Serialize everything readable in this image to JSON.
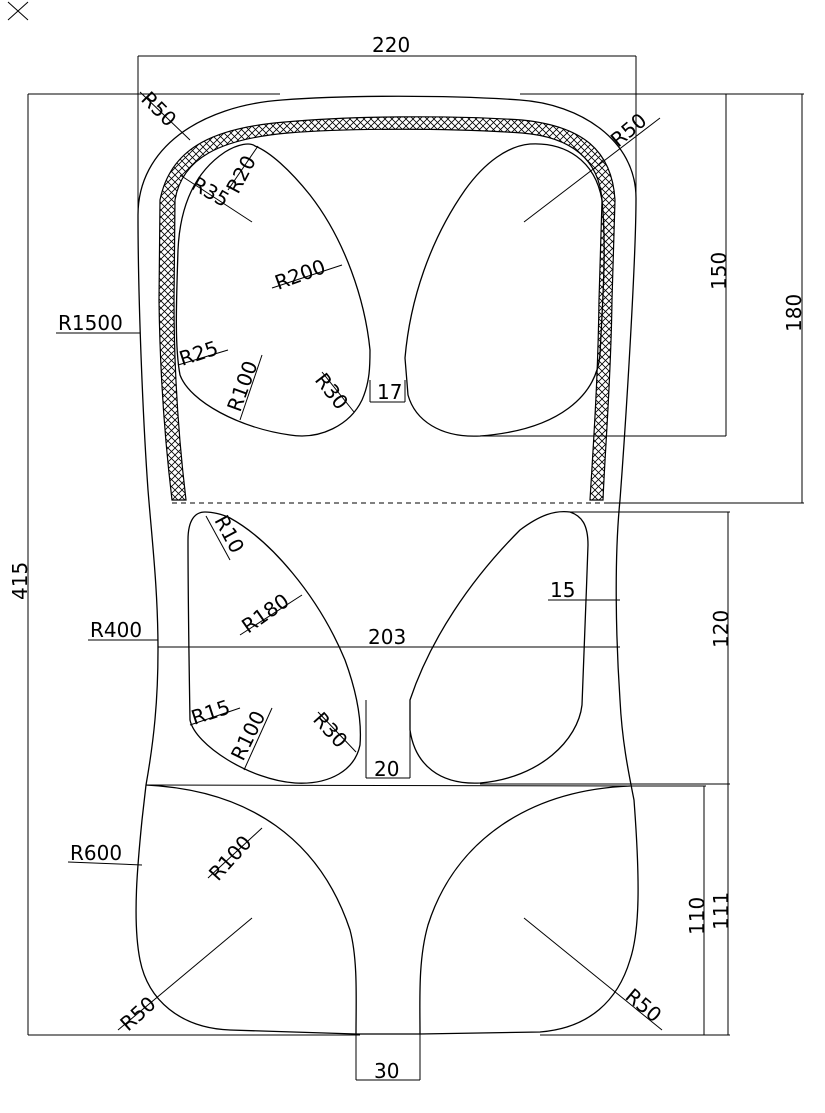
{
  "drawing": {
    "dimensions": {
      "top_width": "220",
      "overall_height": "415",
      "upper_height": "150",
      "upper_height_2": "180",
      "middle_height": "120",
      "lower_height_a": "110",
      "lower_height_b": "111",
      "waist_width": "203",
      "gap_upper": "17",
      "gap_middle": "20",
      "gap_bottom": "30",
      "side_offset": "15"
    },
    "radii": {
      "top_left_corner": "R50",
      "top_right_corner": "R50",
      "upper_cup_top": "R20",
      "upper_cup_corner": "R35",
      "upper_cup_side": "R200",
      "upper_cup_left": "R25",
      "upper_cup_bottom": "R100",
      "upper_cup_inner": "R30",
      "side_upper": "R1500",
      "side_middle": "R400",
      "side_lower": "R600",
      "middle_cup_top": "R10",
      "middle_cup_side": "R180",
      "middle_cup_corner": "R15",
      "middle_cup_bottom": "R100",
      "middle_cup_inner": "R30",
      "leg_curve": "R100",
      "bottom_left_corner": "R50",
      "bottom_right_corner": "R50"
    }
  }
}
